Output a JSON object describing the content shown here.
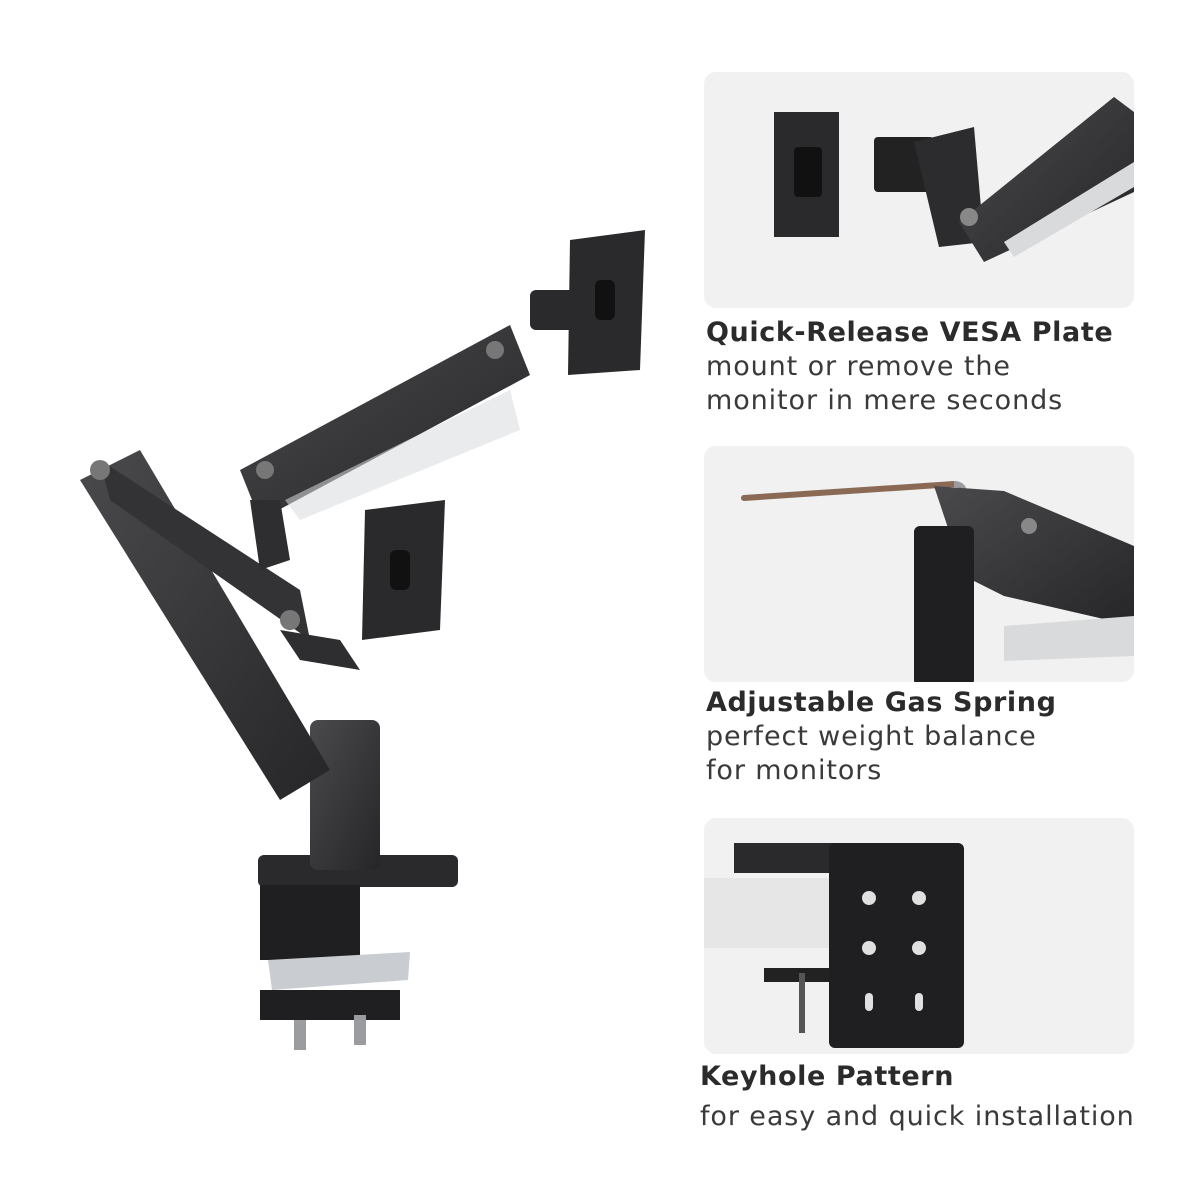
{
  "features": [
    {
      "title": "Quick-Release VESA Plate",
      "desc_line1": "mount or remove the",
      "desc_line2": "monitor in mere seconds"
    },
    {
      "title": "Adjustable Gas Spring",
      "desc_line1": "perfect weight balance",
      "desc_line2": "for monitors"
    },
    {
      "title": "Keyhole Pattern",
      "desc_line1": "for easy and quick installation"
    }
  ],
  "colors": {
    "arm": "#2e2e30",
    "arm_highlight": "#4a4a4d",
    "panel_bg": "#f1f1f1",
    "text_title": "#2b2b2b",
    "text_body": "#3a3a3a"
  }
}
